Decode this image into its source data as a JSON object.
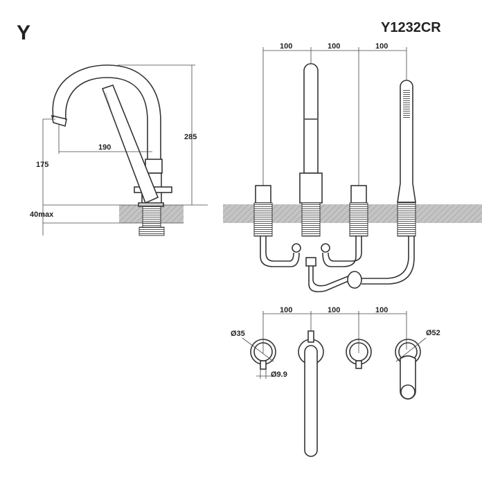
{
  "header": {
    "brand_logo": "Y",
    "model_code": "Y1232CR"
  },
  "side_view": {
    "height_total": "285",
    "spout_height": "175",
    "spout_reach": "190",
    "deck_thickness": "40max"
  },
  "top_view": {
    "spacings": [
      "100",
      "100",
      "100"
    ]
  },
  "plan_view": {
    "spacings": [
      "100",
      "100",
      "100"
    ],
    "handle_diameter": "Ø35",
    "lever_diameter": "Ø9.9",
    "shower_diameter": "Ø52"
  },
  "colors": {
    "line": "#333333",
    "deck": "#b8b8b8"
  }
}
